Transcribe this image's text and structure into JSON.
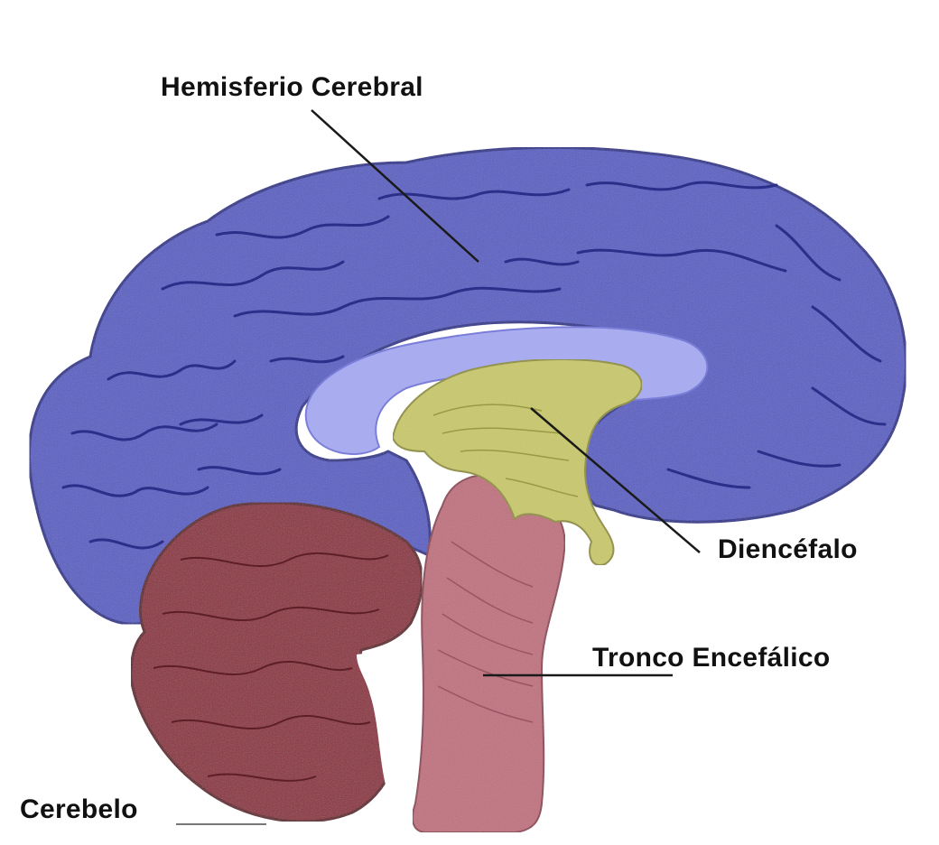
{
  "labels": {
    "hemisferio": "Hemisferio Cerebral",
    "diencefalo": "Diencéfalo",
    "tronco": "Tronco Encefálico",
    "cerebelo": "Cerebelo"
  },
  "colors": {
    "background": "#ffffff",
    "hemisphere": "#5a5fc2",
    "hemisphere_dark": "#2c2f8a",
    "ventricle": "#a9adf0",
    "diencephalon": "#c9c96a",
    "brainstem": "#c0717f",
    "cerebellum": "#8b2f3c",
    "leader_line": "#1a1a1a"
  }
}
